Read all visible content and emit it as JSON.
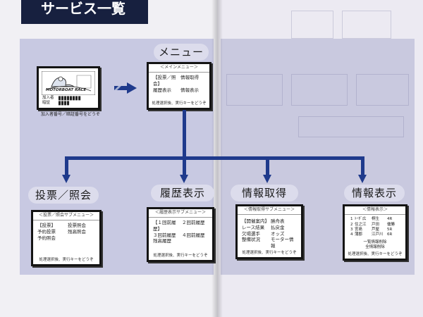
{
  "header": {
    "title": "サービス一覧"
  },
  "login_screen": {
    "banner": "MOTORBOAT RACE",
    "field_1": "加入者",
    "field_2": "暗証",
    "cells": "████████\n████",
    "caption": "加入者番号／暗証番号をどうぞ"
  },
  "menu": {
    "label": "メニュー",
    "screen_title": "＜メインメニュー＞",
    "items": [
      "【投票／照会】",
      "情報取得",
      "履歴表示",
      "情報表示"
    ],
    "footer": "処理選択後、実行キーをどうぞ"
  },
  "sections": {
    "vote": {
      "label": "投票／照会",
      "screen_title": "＜投票／照会サブメニュー＞",
      "items": [
        "【投票】",
        "投票照会",
        "予約投票",
        "残高照会",
        "予約照会",
        ""
      ],
      "footer": "処理選択後、実行キーをどうぞ"
    },
    "history": {
      "label": "履歴表示",
      "screen_title": "＜履歴表示サブメニュー＞",
      "items": [
        "【１回前履歴】",
        "２回前履歴",
        "３回前履歴",
        "４回前履歴",
        "残高履歴",
        ""
      ],
      "footer": "処理選択後、実行キーをどうぞ"
    },
    "info_get": {
      "label": "情報取得",
      "screen_title": "＜情報取得サブメニュー＞",
      "items": [
        "【開催案内】",
        "勝舟表",
        "レース結果",
        "払戻金",
        "欠場選手",
        "オッズ",
        "整備状況",
        "モーター情報"
      ],
      "footer": "処理選択後、実行キーをどうぞ"
    },
    "info_show": {
      "label": "情報表示",
      "screen_title": "＜情報表示＞",
      "rows": [
        [
          "1",
          "ﾄｰﾀﾞ広",
          "桐生",
          "4R"
        ],
        [
          "2",
          "住之江",
          "戸田",
          "優勝"
        ],
        [
          "3",
          "宮島",
          "芦屋",
          "5R"
        ],
        [
          "4",
          "蒲郡",
          "江戸川",
          "6R"
        ]
      ],
      "note_1": "一覧情報削除",
      "note_2": "全情報削除",
      "footer": "処理選択後、実行キーをどうぞ"
    }
  },
  "colors": {
    "panel": "#c8c9e2",
    "arrow": "#1f3a8c",
    "header": "#17203f"
  }
}
